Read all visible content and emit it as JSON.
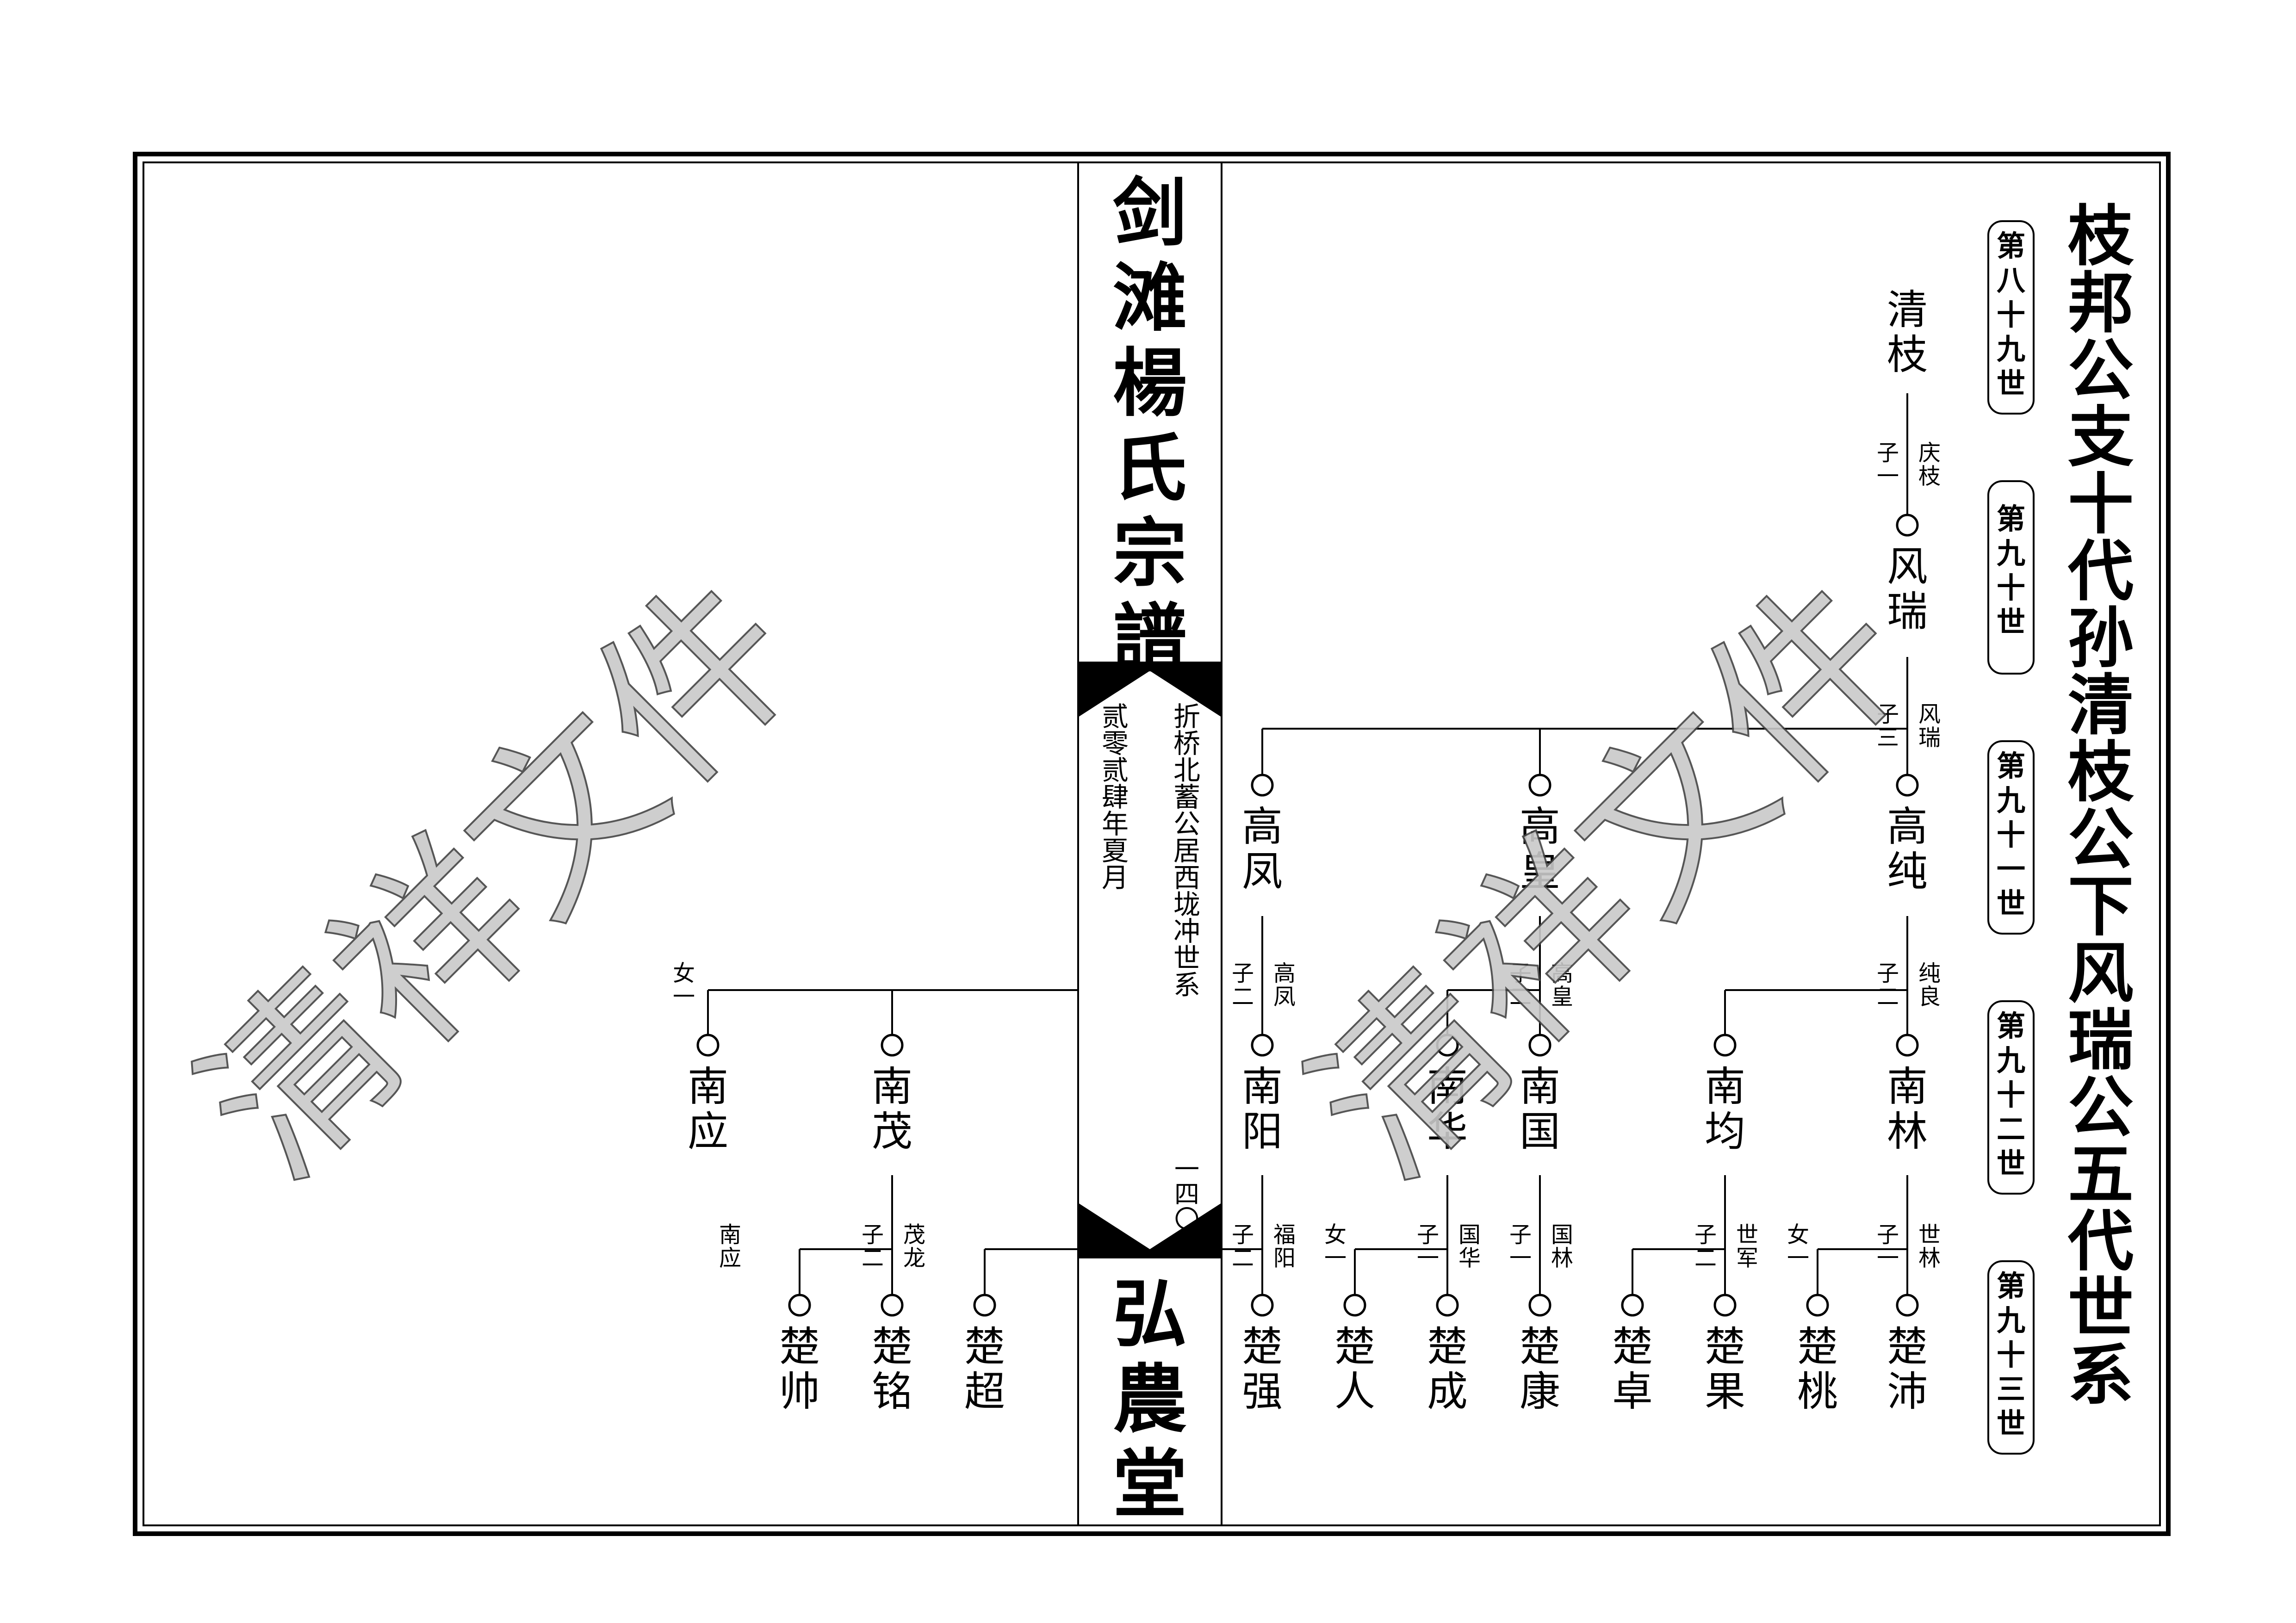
{
  "book": {
    "title": "剑滩楊氏宗譜",
    "hall": "弘農堂",
    "lineage": "折桥北蓄公居西垅冲世系",
    "date": "贰零贰肆年夏月",
    "page_number": "一四〇"
  },
  "chapter_title": "枝邦公支十代孙清枝公下风瑞公五代世系",
  "generations": [
    "第八十九世",
    "第九十世",
    "第九十一世",
    "第九十二世",
    "第九十三世"
  ],
  "watermark": "清祥文件",
  "people": {
    "qingzhi": "清枝",
    "fengrui": "风瑞",
    "gaochun": "高纯",
    "gaohuang": "高皇",
    "gaofeng": "高凤",
    "nanlin": "南林",
    "nanjun": "南均",
    "nanguo": "南国",
    "nanhua": "南华",
    "nanyang": "南阳",
    "nanmao": "南茂",
    "nanying": "南应",
    "chupei": "楚沛",
    "chutao": "楚桃",
    "chuguo": "楚果",
    "chuzhuo": "楚卓",
    "chukang": "楚康",
    "chucheng": "楚成",
    "churen": "楚人",
    "chuqiang": "楚强",
    "chuchao": "楚超",
    "chuming": "楚铭",
    "chushuai": "楚帅"
  },
  "notes": {
    "qingzhi_child": "子一",
    "qingzhi_parent": "庆枝",
    "fengrui_child": "子三",
    "fengrui_parent": "风瑞",
    "gaochun_child": "子二",
    "gaochun_parent": "纯良",
    "gaohuang_child": "子二",
    "gaohuang_parent": "高皇",
    "gaofeng_child": "子二",
    "gaofeng_parent": "高凤",
    "nanmao_daughter": "女一",
    "nanlin_child": "子一",
    "nanlin_daughter": "女一",
    "nanlin_parent": "世林",
    "nanjun_child": "子二",
    "nanjun_parent": "世军",
    "nanguo_child": "子一",
    "nanguo_parent": "国林",
    "nanhua_child": "子一",
    "nanhua_daughter": "女一",
    "nanhua_parent": "国华",
    "nanyang_child": "子二",
    "nanyang_parent": "福阳",
    "nanmao_child": "子二",
    "nanmao_parent": "茂龙",
    "nanying_parent": "南应"
  }
}
